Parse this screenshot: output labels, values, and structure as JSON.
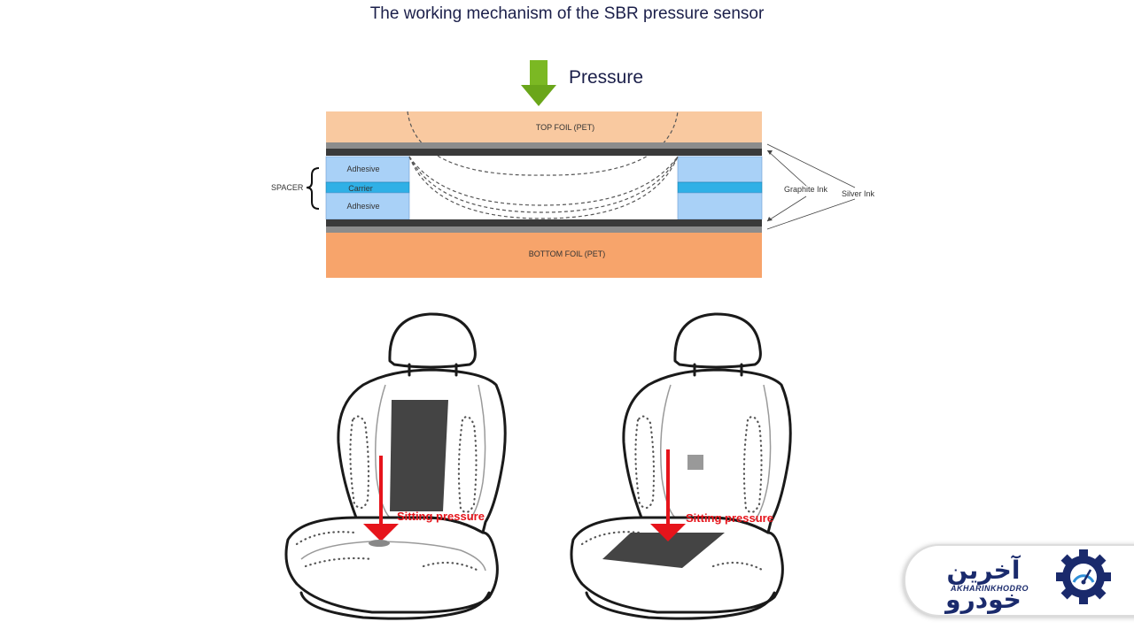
{
  "title": "The working mechanism of the SBR pressure sensor",
  "diagram": {
    "pressure_label": "Pressure",
    "top_foil": "TOP FOIL (PET)",
    "bottom_foil": "BOTTOM FOIL (PET)",
    "spacer_label": "SPACER",
    "adhesive_top": "Adhesive",
    "carrier": "Carrier",
    "adhesive_bottom": "Adhesive",
    "graphite_ink": "Graphite Ink",
    "silver_ink": "Silver Ink"
  },
  "seats": {
    "left_label": "Sitting pressure",
    "right_label": "Sitting pressure"
  },
  "logo": {
    "persian": "آخرین خودرو",
    "english": "AKHARINKHODRO"
  },
  "colors": {
    "top_foil": "#f9c9a0",
    "bottom_foil": "#f7a46b",
    "adhesive": "#a9d1f7",
    "carrier": "#2fb0e6",
    "arrow_green": "#7bb823",
    "arrow_red": "#e6141b",
    "brand_blue": "#1a2a6c"
  }
}
